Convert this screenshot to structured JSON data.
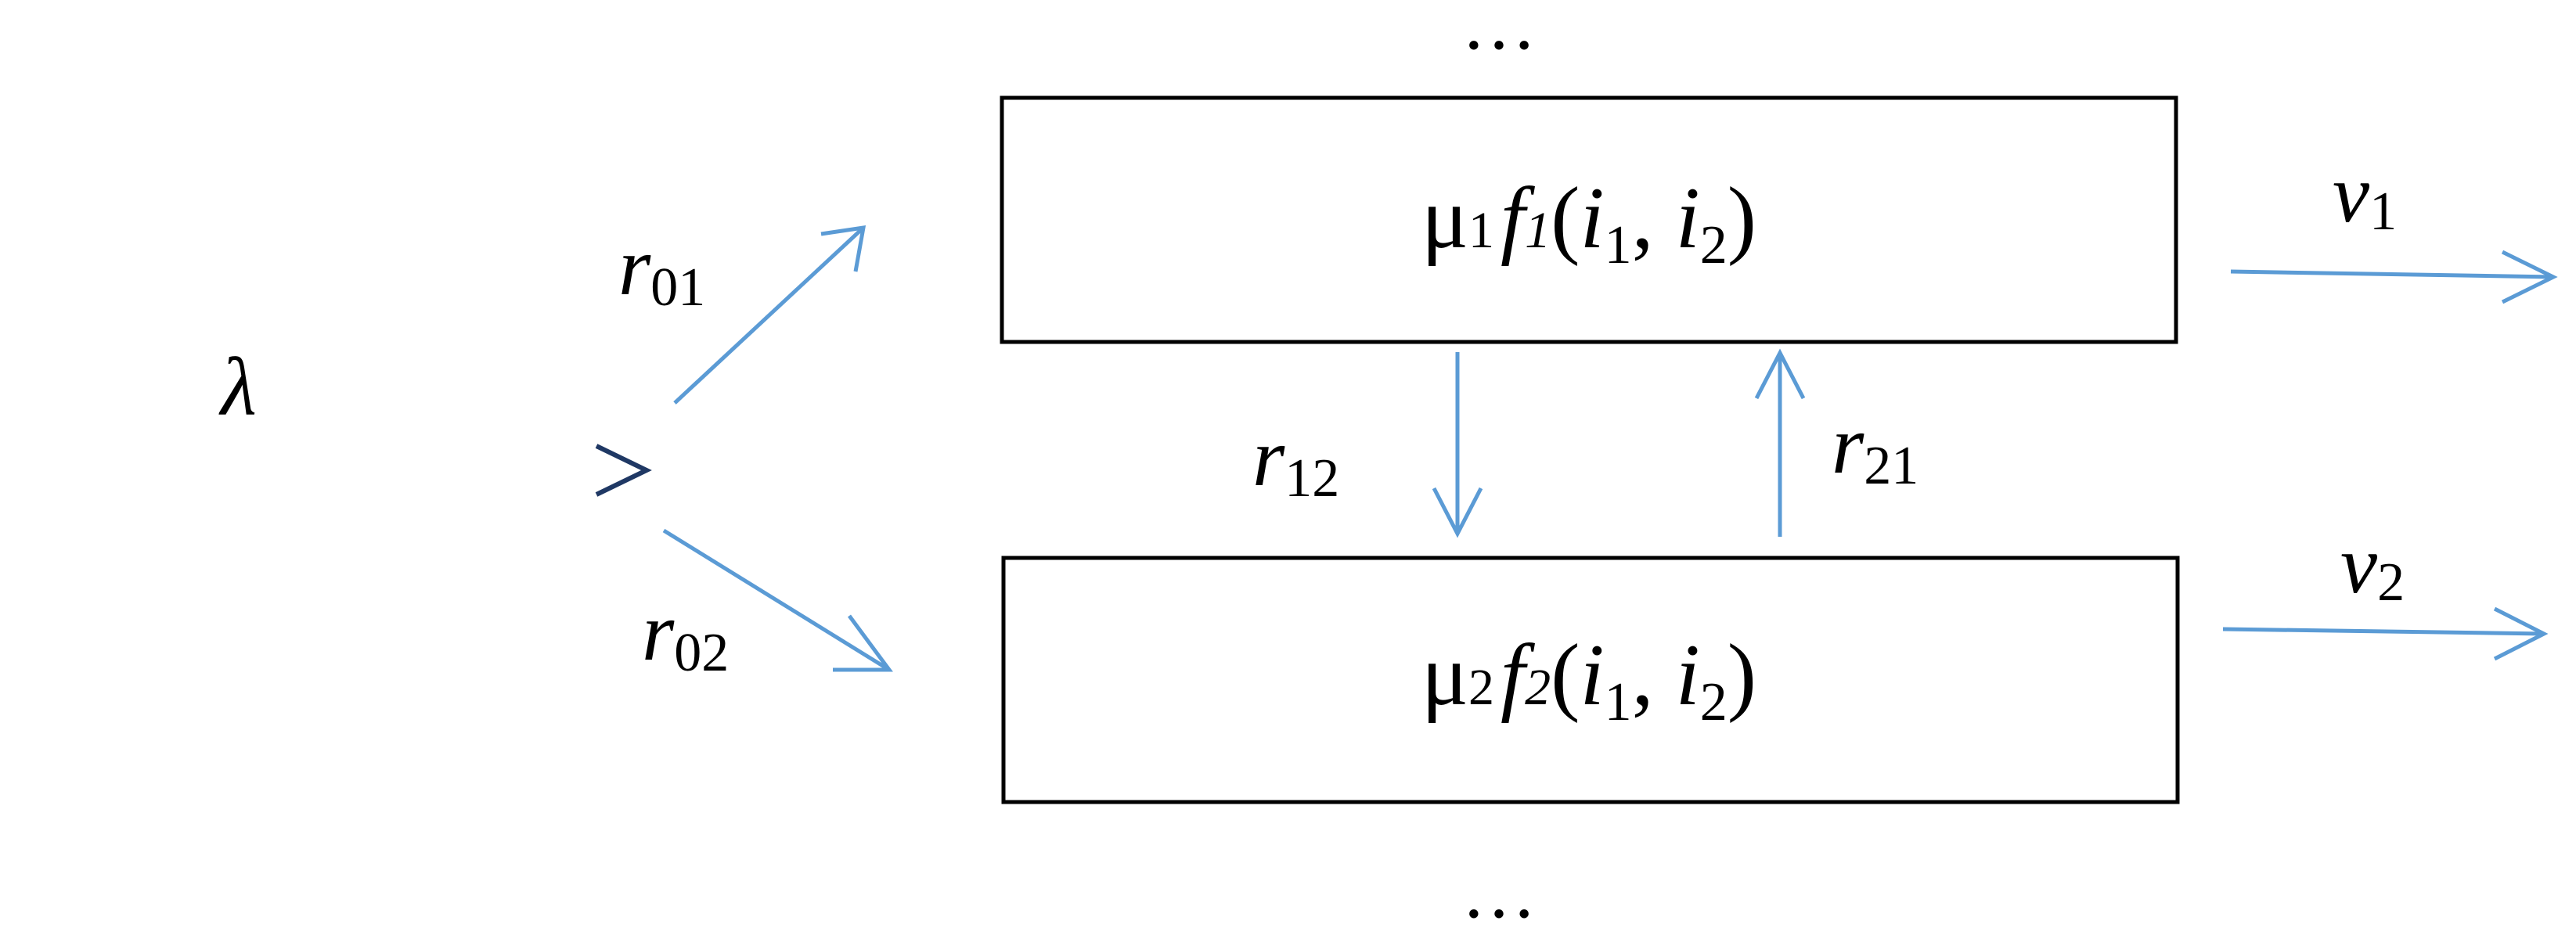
{
  "top_dots": "…",
  "bottom_dots": "…",
  "inflow": {
    "label": "λ"
  },
  "routing_to_1": {
    "symbol": "r",
    "subscript": "01"
  },
  "routing_to_2": {
    "symbol": "r",
    "subscript": "02"
  },
  "routing_1_to_2": {
    "symbol": "r",
    "subscript": "12"
  },
  "routing_2_to_1": {
    "symbol": "r",
    "subscript": "21"
  },
  "node_1": {
    "rate": "μ",
    "rate_sub": "1",
    "func": "f",
    "func_sub": "1",
    "open_paren": "(",
    "arg1": "i",
    "arg1_sub": "1",
    "comma": ", ",
    "arg2": "i",
    "arg2_sub": "2",
    "close_paren": ")"
  },
  "node_2": {
    "rate": "μ",
    "rate_sub": "2",
    "func": "f",
    "func_sub": "2",
    "open_paren": "(",
    "arg1": "i",
    "arg1_sub": "1",
    "comma": ", ",
    "arg2": "i",
    "arg2_sub": "2",
    "close_paren": ")"
  },
  "outflow_1": {
    "symbol": "v",
    "subscript": "1"
  },
  "outflow_2": {
    "symbol": "v",
    "subscript": "2"
  },
  "colors": {
    "arrow_light": "#5b9bd5",
    "arrow_dark_start": "#2e7fc7",
    "arrow_dark_end": "#1f3864",
    "box_border": "#000000",
    "text": "#000000"
  }
}
